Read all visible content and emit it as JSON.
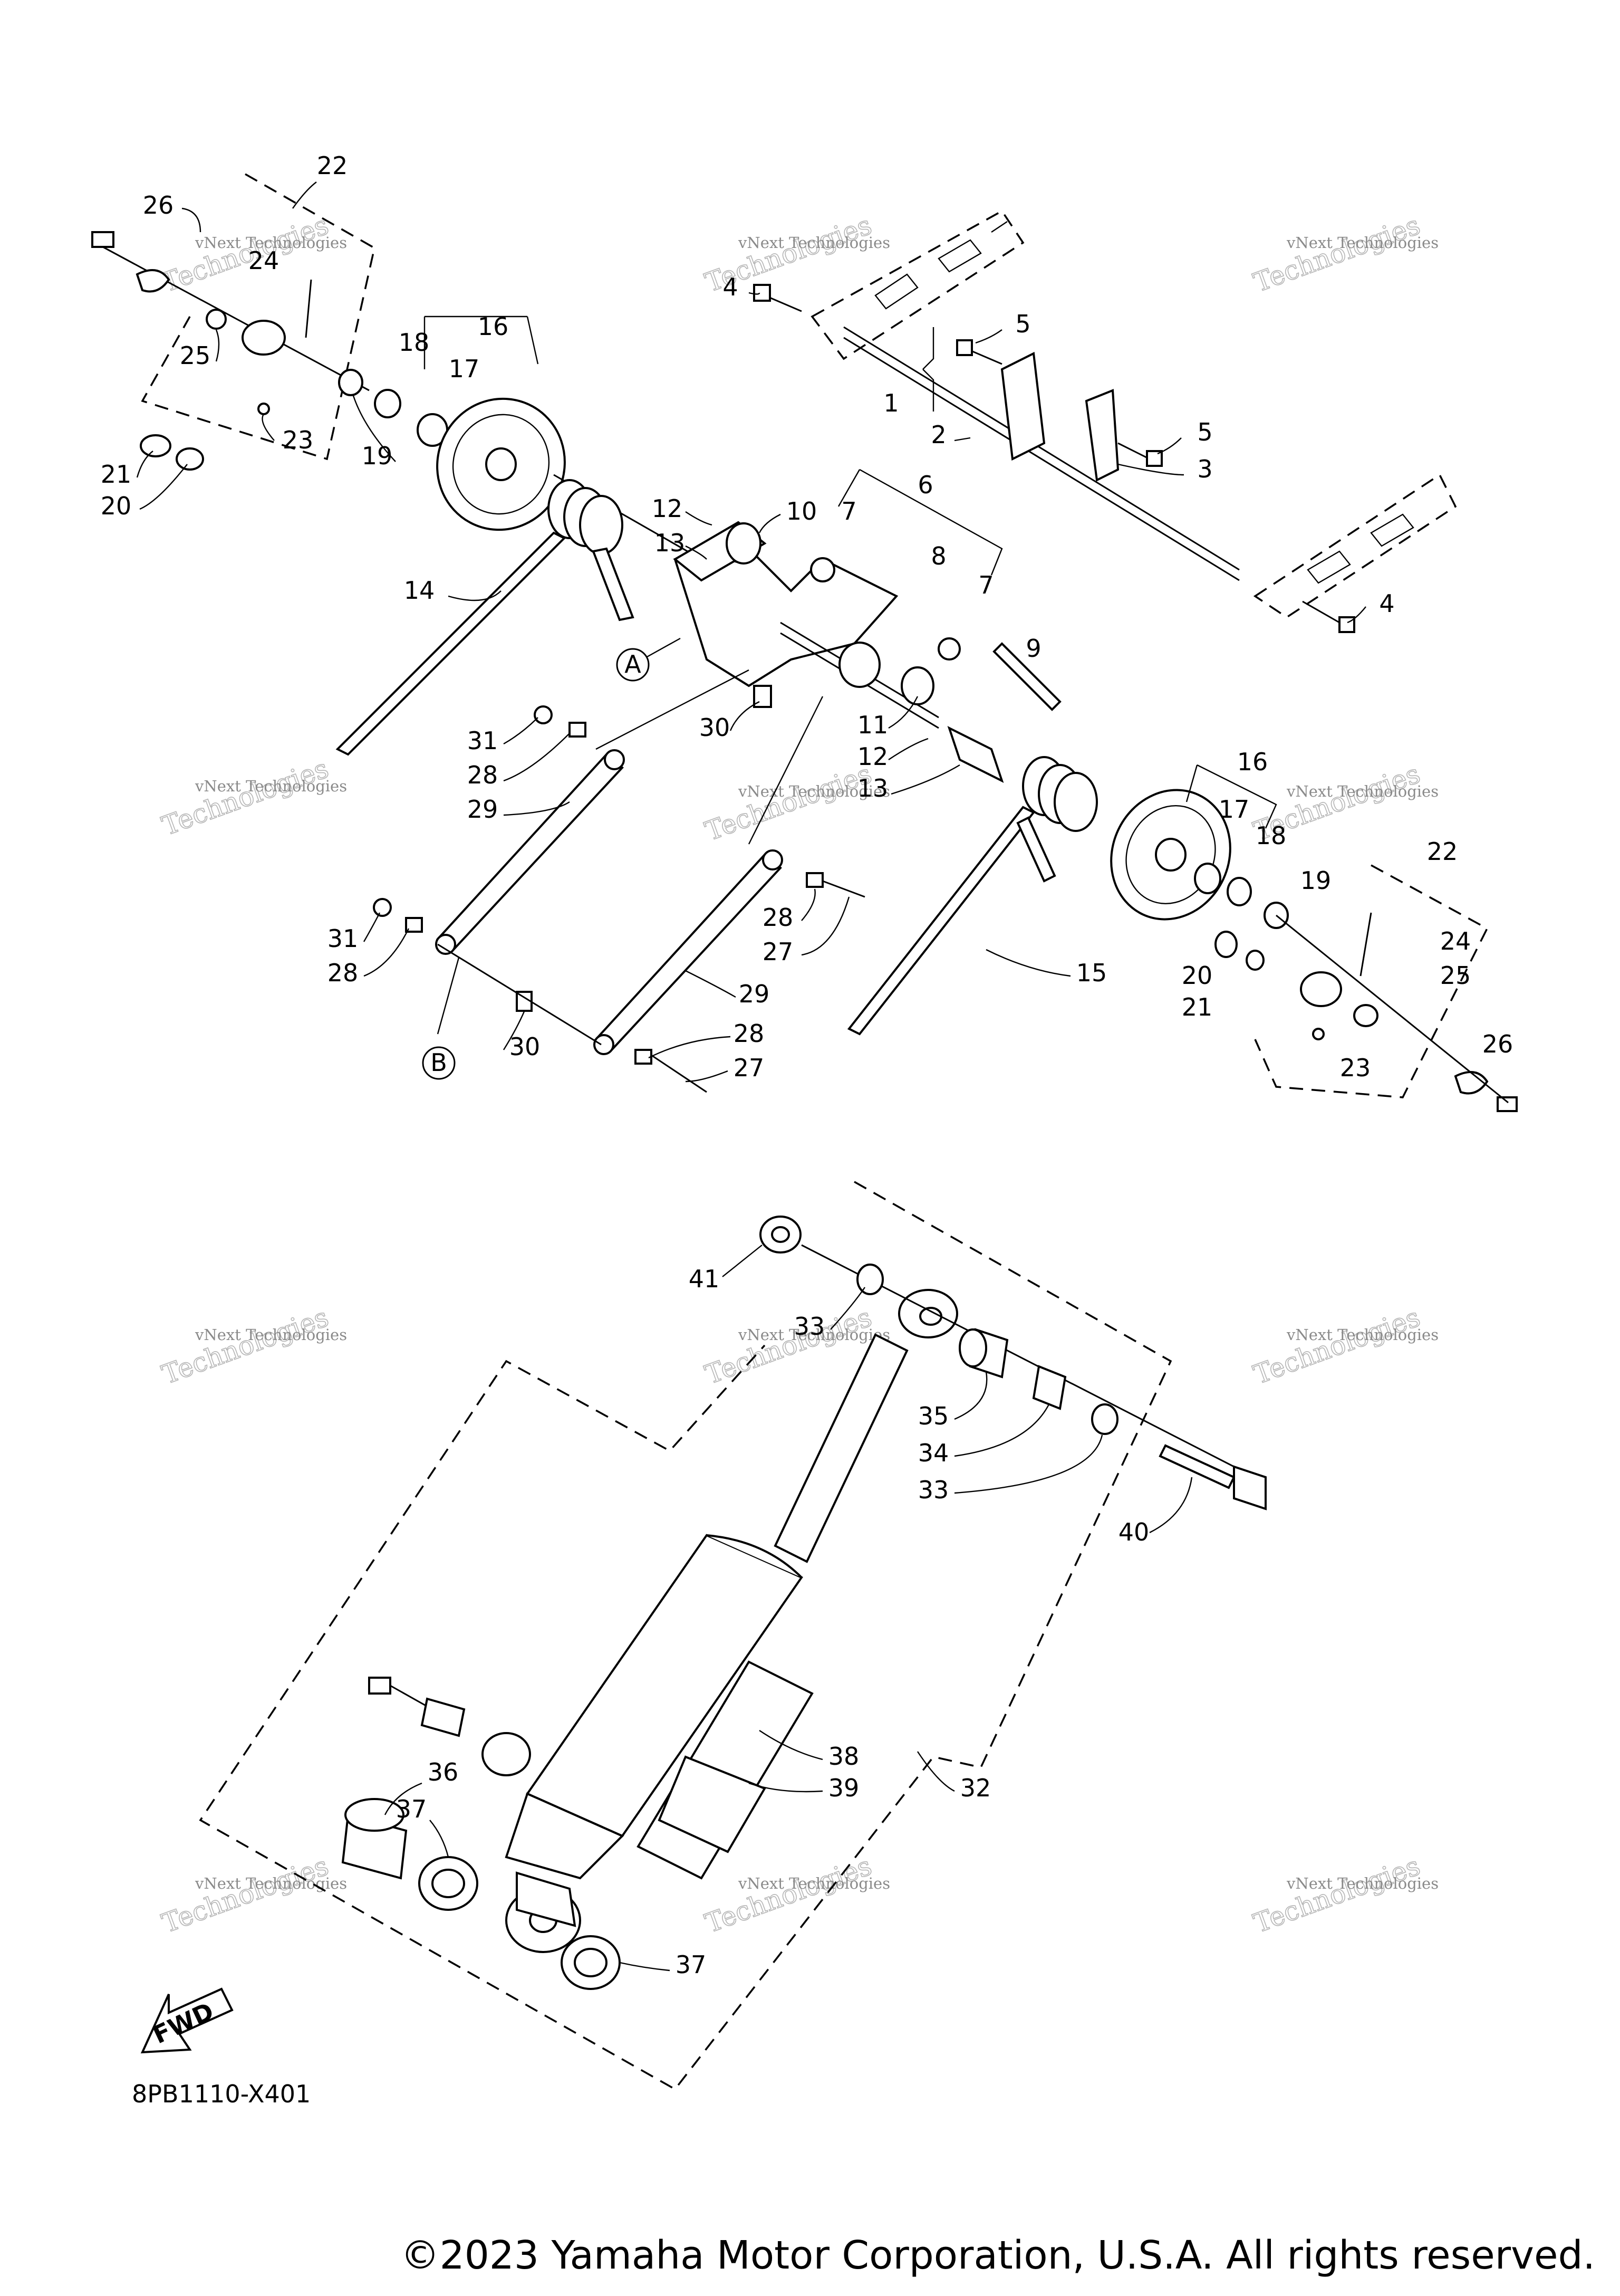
{
  "diagram_code": "8PB1110-X401",
  "copyright": "©2023 Yamaha Motor Corporation, U.S.A. All rights reserved.",
  "fwd_label": "FWD",
  "callout_labels": {
    "a": "A",
    "b": "B"
  },
  "watermark": {
    "line1": "vNext Technologies",
    "line2": "Technologies"
  },
  "part_numbers": [
    "1",
    "2",
    "3",
    "4",
    "5",
    "6",
    "7",
    "8",
    "9",
    "10",
    "11",
    "12",
    "13",
    "14",
    "15",
    "16",
    "17",
    "18",
    "19",
    "20",
    "21",
    "22",
    "23",
    "24",
    "25",
    "26",
    "27",
    "28",
    "29",
    "30",
    "31",
    "32",
    "33",
    "34",
    "35",
    "36",
    "37",
    "38",
    "39",
    "40",
    "41"
  ],
  "colors": {
    "ink": "#000000",
    "background": "#ffffff",
    "watermark": "#8a8a8a"
  }
}
